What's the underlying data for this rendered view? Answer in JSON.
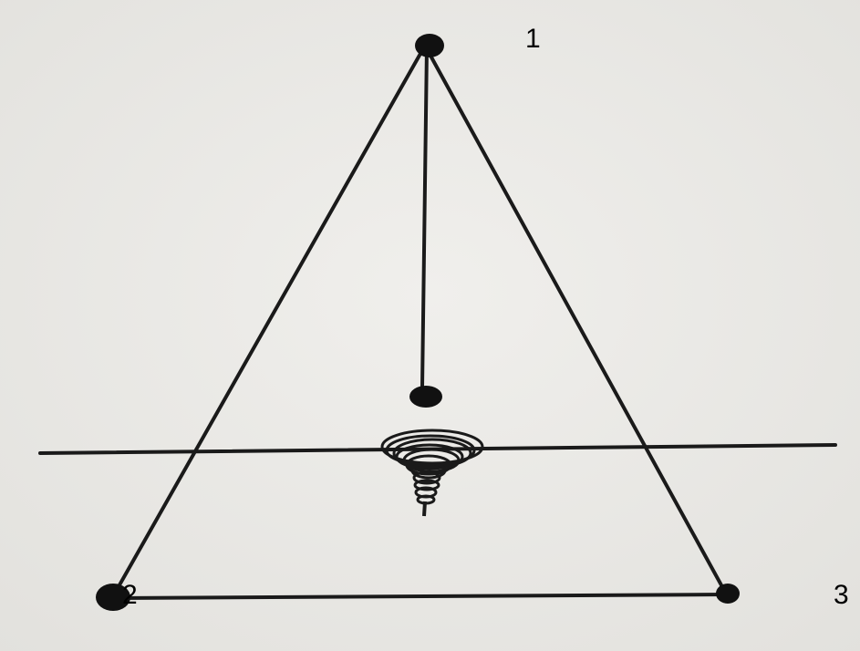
{
  "labels": {
    "vertex_1": "1",
    "vertex_2": "2",
    "vertex_3": "3"
  },
  "colors": {
    "paper": "#ecebe8",
    "ink": "#1a1a1a",
    "label": "#000000"
  }
}
